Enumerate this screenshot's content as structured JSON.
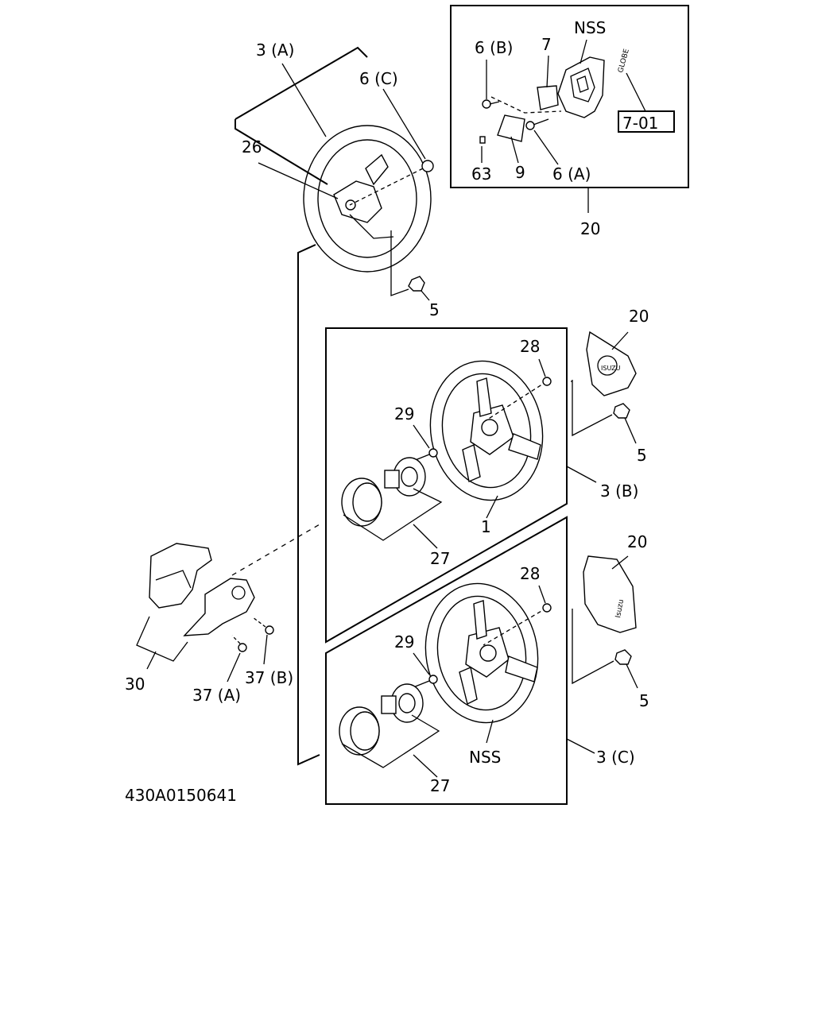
{
  "diagram_code": "430A0150641",
  "reference_box": "7-01",
  "emblem_text_1": "GLOBE",
  "emblem_text_2": "ISUZU",
  "emblem_text_3": "Isuzu",
  "labels": {
    "l_3a": "3 (A)",
    "l_6c": "6 (C)",
    "l_26": "26",
    "l_5_top": "5",
    "l_nss_inset": "NSS",
    "l_6b": "6 (B)",
    "l_7": "7",
    "l_63": "63",
    "l_9": "9",
    "l_6a": "6 (A)",
    "l_20_inset": "20",
    "l_20_mid": "20",
    "l_28_mid": "28",
    "l_29_mid": "29",
    "l_5_mid": "5",
    "l_3b": "3 (B)",
    "l_1": "1",
    "l_27_mid": "27",
    "l_20_low": "20",
    "l_28_low": "28",
    "l_29_low": "29",
    "l_5_low": "5",
    "l_30": "30",
    "l_37a": "37 (A)",
    "l_37b": "37 (B)",
    "l_nss_low": "NSS",
    "l_3c": "3 (C)",
    "l_27_low": "27"
  }
}
